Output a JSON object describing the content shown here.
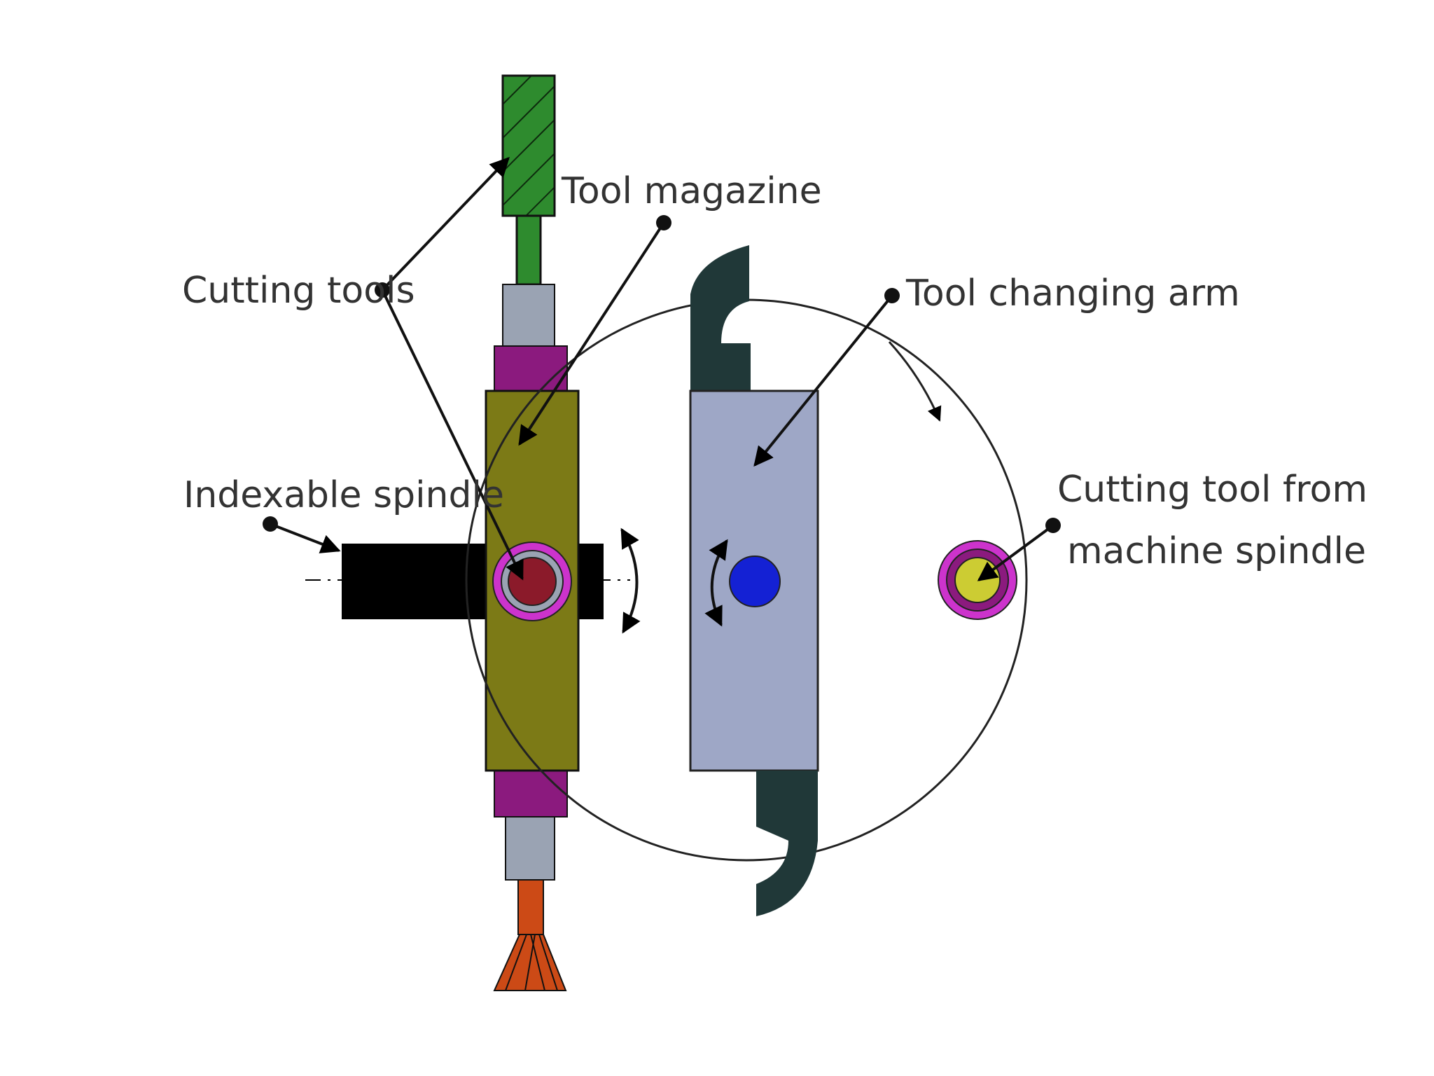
{
  "labels": {
    "cutting_tools": "Cutting tools",
    "tool_magazine": "Tool magazine",
    "tool_changing_arm": "Tool changing arm",
    "indexable_spindle": "Indexable spindle",
    "cutting_tool_from_line1": "Cutting tool from",
    "cutting_tool_from_line2": "machine spindle"
  },
  "colors": {
    "tool_green": "#2e8b2e",
    "spindle_grey": "#9aa3b3",
    "collar_purple": "#8b1a7e",
    "magazine_olive": "#7c7a16",
    "arm_grey": "#9ea7c6",
    "arm_hook": "#203838",
    "axis_black": "#000000",
    "hub_blue": "#1421d4",
    "ring_magenta": "#cc33cc",
    "core_red": "#8b1a2a",
    "core_yellow": "#cccc33",
    "bit_orange": "#cc4a16"
  }
}
